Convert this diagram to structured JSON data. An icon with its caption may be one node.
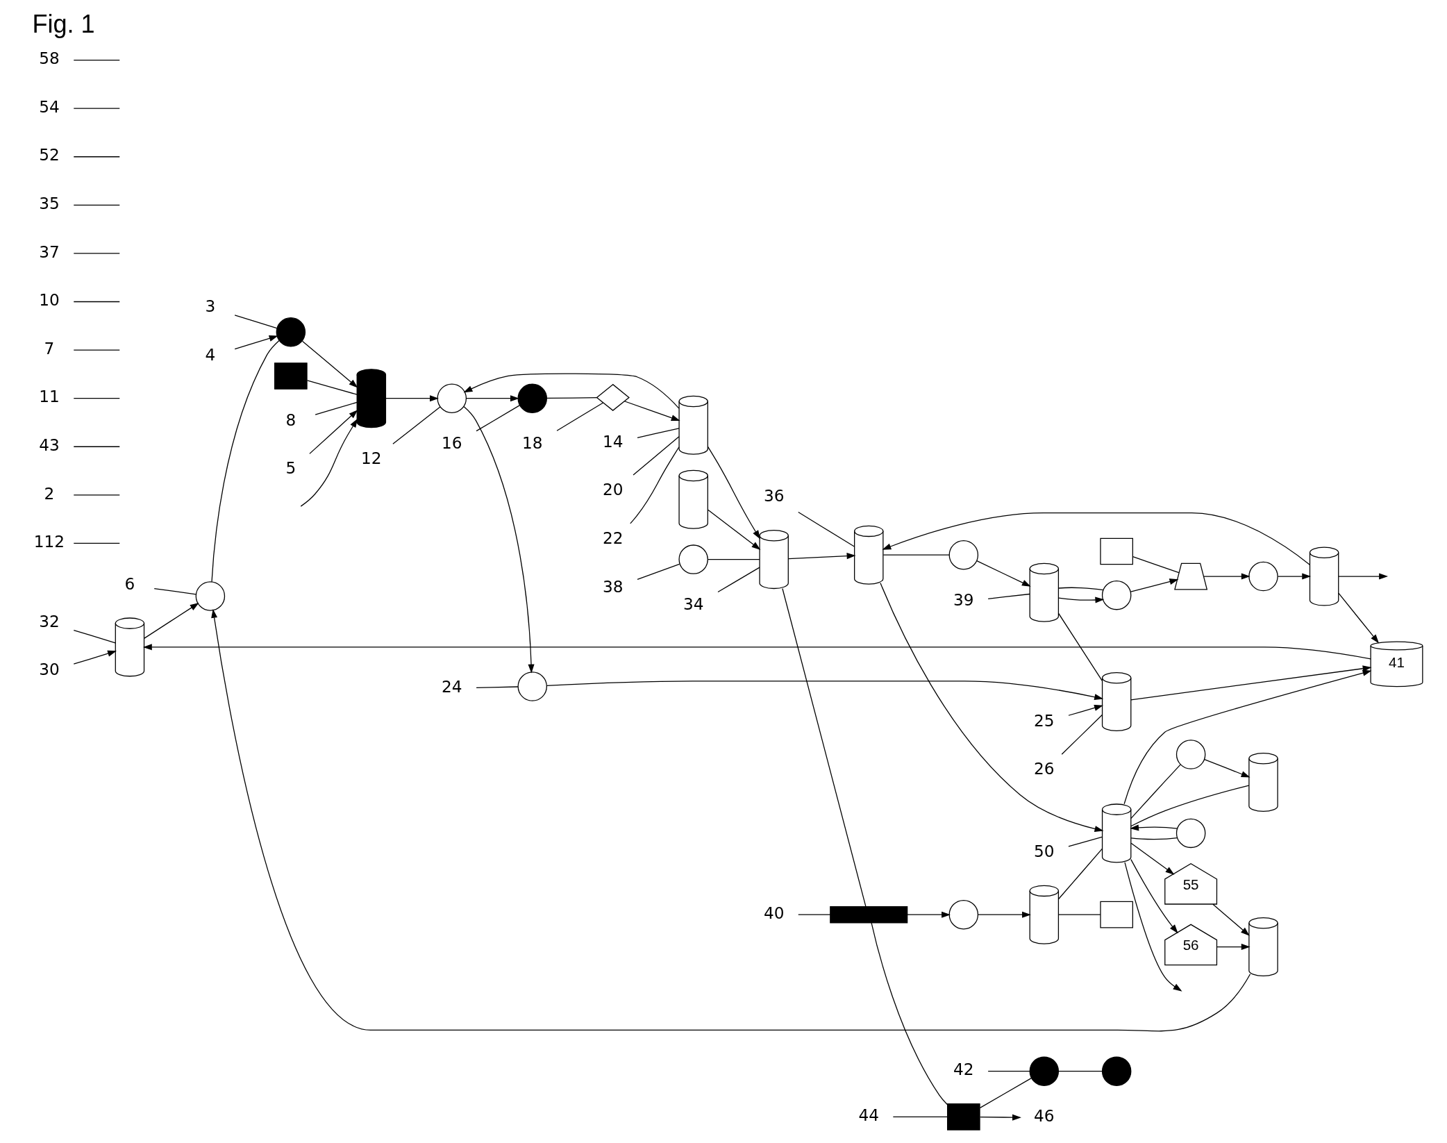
{
  "diagram": {
    "title": "Fig. 1",
    "nodes": [
      {
        "text": [],
        "shape": "cylinder"
      },
      {
        "text": [],
        "shape": "cylinder"
      },
      {
        "text": [],
        "shape": "circle"
      },
      {
        "text": [],
        "shape": "trapezium"
      },
      {
        "text": [],
        "shape": "box"
      },
      {
        "text": [],
        "shape": "circle"
      },
      {
        "text": [],
        "shape": "cylinder"
      },
      {
        "text": [],
        "shape": "circle"
      },
      {
        "text": [],
        "shape": "cylinder"
      },
      {
        "text": [
          "41"
        ]
      },
      {
        "text": [],
        "shape": "cylinder"
      },
      {
        "text": [],
        "shape": "circle"
      },
      {
        "text": [],
        "shape": "circle"
      },
      {
        "text": [],
        "shape": "cylinder"
      },
      {
        "text": [],
        "shape": "valve"
      },
      {
        "text": [],
        "shape": "circle"
      },
      {
        "text": [],
        "shape": "cylinder"
      },
      {
        "text": [],
        "shape": "circle"
      },
      {
        "text": [],
        "shape": "circle"
      },
      {
        "text": [],
        "shape": "box"
      },
      {
        "text": [],
        "shape": "cylinder"
      },
      {
        "text": [],
        "shape": "cylinder"
      },
      {
        "text": [],
        "shape": "circle"
      },
      {
        "text": [],
        "shape": "bar"
      },
      {
        "text": [],
        "shape": "circle"
      },
      {
        "text": [],
        "shape": "cylinder"
      },
      {
        "text": [],
        "shape": "box"
      },
      {
        "text": [],
        "shape": "circle"
      },
      {
        "text": [],
        "shape": "cylinder"
      },
      {
        "text": [],
        "shape": "cylinder"
      },
      {
        "text": [],
        "shape": "circle"
      },
      {
        "text": [],
        "shape": "box"
      },
      {
        "text": [],
        "shape": "circle"
      },
      {
        "text": [],
        "shape": "circle"
      },
      {
        "text": [
          "55"
        ]
      },
      {
        "text": [
          "56"
        ]
      },
      {
        "text": [],
        "shape": "cylinder"
      },
      {
        "text": [
          "112"
        ]
      },
      {
        "text": [
          "2"
        ]
      },
      {
        "text": [
          "32"
        ]
      },
      {
        "text": [
          "43"
        ]
      },
      {
        "text": [
          "30"
        ]
      },
      {
        "text": [
          "25"
        ]
      },
      {
        "text": [
          "26"
        ]
      },
      {
        "text": [
          "24"
        ]
      },
      {
        "text": [
          "12"
        ]
      },
      {
        "text": [
          "11"
        ]
      },
      {
        "text": [
          "14"
        ]
      },
      {
        "text": [
          "20"
        ]
      },
      {
        "text": [
          "18"
        ]
      },
      {
        "text": [
          "22"
        ]
      },
      {
        "text": [
          "16"
        ]
      },
      {
        "text": [
          "6"
        ]
      },
      {
        "text": [
          "3"
        ]
      },
      {
        "text": [
          "8"
        ]
      },
      {
        "text": [
          "4"
        ]
      },
      {
        "text": [
          "5"
        ]
      },
      {
        "text": [
          "7"
        ]
      },
      {
        "text": [
          "10"
        ]
      },
      {
        "text": [
          "37"
        ]
      },
      {
        "text": [
          "39"
        ]
      },
      {
        "text": [
          "36"
        ]
      },
      {
        "text": [
          "35"
        ]
      },
      {
        "text": [
          "34"
        ]
      },
      {
        "text": [
          "38"
        ]
      },
      {
        "text": [
          "40"
        ]
      },
      {
        "text": [
          "42"
        ]
      },
      {
        "text": [
          "44"
        ]
      },
      {
        "text": [
          "46"
        ]
      },
      {
        "text": [
          "50"
        ]
      },
      {
        "text": [
          "52"
        ]
      },
      {
        "text": [
          "54"
        ]
      },
      {
        "text": [
          "58"
        ]
      }
    ],
    "edges": [
      {
        "from": 0,
        "to": 18,
        "arrow": "to"
      },
      {
        "from": 36,
        "to": 18,
        "arrow": "to"
      },
      {
        "from": 18,
        "to": 17,
        "arrow": "none"
      },
      {
        "from": 17,
        "to": 16,
        "arrow": "to"
      },
      {
        "from": 55,
        "to": 17,
        "arrow": "to"
      },
      {
        "from": 56,
        "to": 16,
        "arrow": "to"
      },
      {
        "from": null,
        "to": 16,
        "arrow": "to"
      },
      {
        "from": 19,
        "to": 16,
        "arrow": "none"
      },
      {
        "from": 16,
        "to": 12,
        "arrow": "to"
      },
      {
        "from": 12,
        "to": 11,
        "arrow": "to"
      },
      {
        "from": 11,
        "to": 10,
        "arrow": "to"
      },
      {
        "from": 42,
        "to": 10,
        "arrow": "to"
      },
      {
        "from": 10,
        "to": 9,
        "arrow": "to"
      },
      {
        "from": 6,
        "to": 10,
        "arrow": "none"
      },
      {
        "from": 12,
        "to": 15,
        "arrow": "to"
      },
      {
        "from": 15,
        "to": 14,
        "arrow": "none"
      },
      {
        "from": 14,
        "to": 13,
        "arrow": "to"
      },
      {
        "from": 13,
        "to": 12,
        "arrow": "to"
      },
      {
        "from": 13,
        "to": 21,
        "arrow": "to"
      },
      {
        "from": 20,
        "to": 21,
        "arrow": "to"
      },
      {
        "from": 9,
        "to": 0,
        "arrow": "to"
      },
      {
        "from": 41,
        "to": 0,
        "arrow": "to"
      },
      {
        "from": 1,
        "to": 8,
        "arrow": "to"
      },
      {
        "from": 1,
        "to": 9,
        "arrow": "to"
      },
      {
        "from": 1,
        "to": null,
        "arrow": "to"
      },
      {
        "from": 2,
        "to": 1,
        "arrow": "to"
      },
      {
        "from": 3,
        "to": 2,
        "arrow": "to"
      },
      {
        "from": 4,
        "to": 3,
        "arrow": "none"
      },
      {
        "from": 5,
        "to": 3,
        "arrow": "to"
      },
      {
        "from": 6,
        "to": 5,
        "arrow": "to"
      },
      {
        "from": 5,
        "to": 6,
        "arrow": "none"
      },
      {
        "from": 8,
        "to": 7,
        "arrow": "none"
      },
      {
        "from": 7,
        "to": 6,
        "arrow": "to"
      },
      {
        "from": 8,
        "to": 29,
        "arrow": "to"
      },
      {
        "from": 25,
        "to": 29,
        "arrow": "none"
      },
      {
        "from": 29,
        "to": 9,
        "arrow": "to"
      },
      {
        "from": 29,
        "to": 27,
        "arrow": "none"
      },
      {
        "from": 27,
        "to": 28,
        "arrow": "to"
      },
      {
        "from": 28,
        "to": 29,
        "arrow": "none"
      },
      {
        "from": 29,
        "to": null,
        "arrow": "to"
      },
      {
        "from": 29,
        "to": 30,
        "arrow": "none"
      },
      {
        "from": 30,
        "to": 29,
        "arrow": "to"
      },
      {
        "from": 21,
        "to": 8,
        "arrow": "to"
      },
      {
        "from": 22,
        "to": 21,
        "arrow": "none"
      },
      {
        "from": 21,
        "to": 23,
        "arrow": "none"
      },
      {
        "from": 23,
        "to": 24,
        "arrow": "to"
      },
      {
        "from": 24,
        "to": 25,
        "arrow": "to"
      },
      {
        "from": 25,
        "to": 26,
        "arrow": "none"
      },
      {
        "from": 23,
        "to": 31,
        "arrow": "none"
      },
      {
        "from": 31,
        "to": 68,
        "arrow": "to"
      },
      {
        "from": 31,
        "to": 32,
        "arrow": "none"
      },
      {
        "from": 32,
        "to": 33,
        "arrow": "none"
      },
      {
        "from": 29,
        "to": 34,
        "arrow": "to"
      },
      {
        "from": 29,
        "to": 35,
        "arrow": "to"
      },
      {
        "from": 34,
        "to": 36,
        "arrow": "to"
      },
      {
        "from": 35,
        "to": 36,
        "arrow": "to"
      },
      {
        "from": 37,
        "to": null,
        "arrow": "none"
      },
      {
        "from": 38,
        "to": null,
        "arrow": "none"
      },
      {
        "from": 39,
        "to": 0,
        "arrow": "none"
      },
      {
        "from": 40,
        "to": null,
        "arrow": "none"
      },
      {
        "from": 43,
        "to": 10,
        "arrow": "none"
      },
      {
        "from": 44,
        "to": 11,
        "arrow": "none"
      },
      {
        "from": 45,
        "to": 12,
        "arrow": "none"
      },
      {
        "from": 46,
        "to": null,
        "arrow": "none"
      },
      {
        "from": 47,
        "to": 13,
        "arrow": "none"
      },
      {
        "from": 48,
        "to": 13,
        "arrow": "none"
      },
      {
        "from": 49,
        "to": 14,
        "arrow": "none"
      },
      {
        "from": 50,
        "to": 13,
        "arrow": "none"
      },
      {
        "from": 51,
        "to": 15,
        "arrow": "none"
      },
      {
        "from": 52,
        "to": 18,
        "arrow": "none"
      },
      {
        "from": 53,
        "to": 17,
        "arrow": "none"
      },
      {
        "from": 54,
        "to": 16,
        "arrow": "none"
      },
      {
        "from": 57,
        "to": null,
        "arrow": "none"
      },
      {
        "from": 58,
        "to": null,
        "arrow": "none"
      },
      {
        "from": 59,
        "to": null,
        "arrow": "none"
      },
      {
        "from": 60,
        "to": 6,
        "arrow": "none"
      },
      {
        "from": 61,
        "to": 8,
        "arrow": "none"
      },
      {
        "from": 62,
        "to": null,
        "arrow": "none"
      },
      {
        "from": 63,
        "to": 21,
        "arrow": "none"
      },
      {
        "from": 64,
        "to": 22,
        "arrow": "none"
      },
      {
        "from": 65,
        "to": 23,
        "arrow": "none"
      },
      {
        "from": 66,
        "to": 32,
        "arrow": "none"
      },
      {
        "from": 67,
        "to": 31,
        "arrow": "none"
      },
      {
        "from": 69,
        "to": 29,
        "arrow": "none"
      },
      {
        "from": 70,
        "to": null,
        "arrow": "none"
      },
      {
        "from": 71,
        "to": null,
        "arrow": "none"
      },
      {
        "from": 72,
        "to": null,
        "arrow": "none"
      }
    ]
  }
}
